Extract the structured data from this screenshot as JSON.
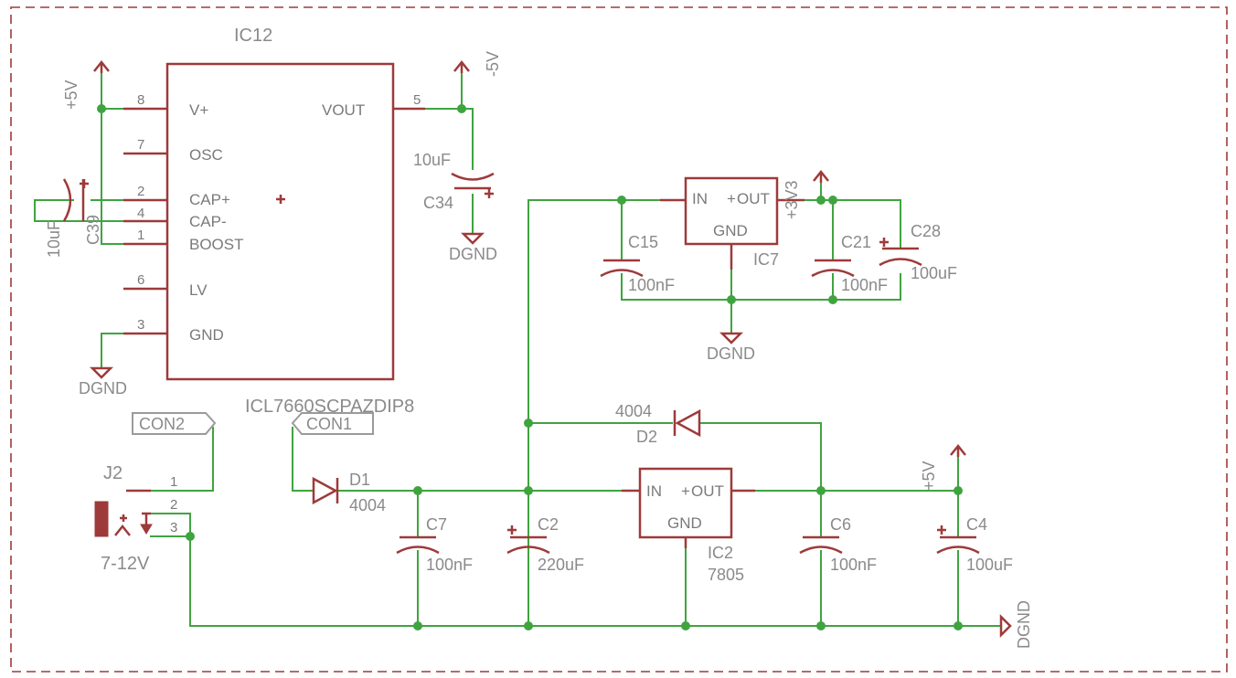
{
  "ic12": {
    "name": "IC12",
    "value": "ICL7660SCPAZDIP8",
    "pins": [
      {
        "num": "8",
        "label": "V+"
      },
      {
        "num": "7",
        "label": "OSC"
      },
      {
        "num": "2",
        "label": "CAP+"
      },
      {
        "num": "4",
        "label": "CAP-"
      },
      {
        "num": "1",
        "label": "BOOST"
      },
      {
        "num": "6",
        "label": "LV"
      },
      {
        "num": "3",
        "label": "GND"
      },
      {
        "num": "5",
        "label": "VOUT"
      }
    ]
  },
  "power": {
    "p5v": "+5V",
    "m5v": "-5V",
    "p3v3": "+3V3",
    "dgnd": "DGND"
  },
  "c39": {
    "name": "C39",
    "value": "10uF"
  },
  "c34": {
    "name": "C34",
    "value": "10uF"
  },
  "ic7": {
    "name": "IC7",
    "in": "IN",
    "out": "OUT",
    "gnd": "GND"
  },
  "c15": {
    "name": "C15",
    "value": "100nF"
  },
  "c21": {
    "name": "C21",
    "value": "100nF"
  },
  "c28": {
    "name": "C28",
    "value": "100uF"
  },
  "con2": {
    "label": "CON2"
  },
  "con1": {
    "label": "CON1"
  },
  "j2": {
    "name": "J2",
    "value": "7-12V",
    "pins": [
      "1",
      "2",
      "3"
    ]
  },
  "d1": {
    "name": "D1",
    "value": "4004"
  },
  "d2": {
    "name": "D2",
    "value": "4004"
  },
  "ic2": {
    "name": "IC2",
    "value": "7805",
    "in": "IN",
    "out": "OUT",
    "gnd": "GND"
  },
  "c7": {
    "name": "C7",
    "value": "100nF"
  },
  "c2": {
    "name": "C2",
    "value": "220uF"
  },
  "c6": {
    "name": "C6",
    "value": "100nF"
  },
  "c4": {
    "name": "C4",
    "value": "100uF"
  }
}
